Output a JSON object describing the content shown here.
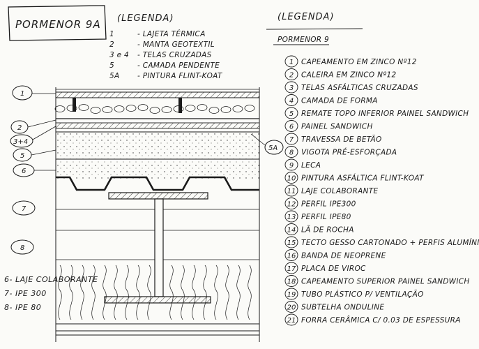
{
  "title": "PORMENOR 9A",
  "legend_left": {
    "header": "(LEGENDA)",
    "items": [
      {
        "num": "1",
        "text": "- LAJETA TÉRMICA"
      },
      {
        "num": "2",
        "text": "- MANTA GEOTEXTIL"
      },
      {
        "num": "3 e 4",
        "text": "- TELAS CRUZADAS"
      },
      {
        "num": "5",
        "text": "- CAMADA PENDENTE"
      },
      {
        "num": "5A",
        "text": "- PINTURA FLINT-KOAT"
      }
    ]
  },
  "legend_right": {
    "header": "(LEGENDA)",
    "subheader": "PORMENOR 9",
    "items": [
      {
        "num": "1",
        "text": "CAPEAMENTO EM ZINCO Nº12"
      },
      {
        "num": "2",
        "text": "CALEIRA EM ZINCO Nº12"
      },
      {
        "num": "3",
        "text": "TELAS ASFÁLTICAS CRUZADAS"
      },
      {
        "num": "4",
        "text": "CAMADA DE FORMA"
      },
      {
        "num": "5",
        "text": "REMATE TOPO INFERIOR PAINEL SANDWICH"
      },
      {
        "num": "6",
        "text": "PAINEL SANDWICH"
      },
      {
        "num": "7",
        "text": "TRAVESSA DE BETÃO"
      },
      {
        "num": "8",
        "text": "VIGOTA PRÉ-ESFORÇADA"
      },
      {
        "num": "9",
        "text": "LECA"
      },
      {
        "num": "10",
        "text": "PINTURA ASFÁLTICA FLINT-KOAT"
      },
      {
        "num": "11",
        "text": "LAJE COLABORANTE"
      },
      {
        "num": "12",
        "text": "PERFIL IPE300"
      },
      {
        "num": "13",
        "text": "PERFIL IPE80"
      },
      {
        "num": "14",
        "text": "LÃ DE ROCHA"
      },
      {
        "num": "15",
        "text": "TECTO GESSO CARTONADO + PERFIS ALUMÍNIO"
      },
      {
        "num": "16",
        "text": "BANDA DE NEOPRENE"
      },
      {
        "num": "17",
        "text": "PLACA DE VIROC"
      },
      {
        "num": "18",
        "text": "CAPEAMENTO SUPERIOR PAINEL SANDWICH"
      },
      {
        "num": "19",
        "text": "TUBO PLÁSTICO P/ VENTILAÇÃO"
      },
      {
        "num": "20",
        "text": "SUBTELHA ONDULINE"
      },
      {
        "num": "21",
        "text": "FORRA CERÂMICA C/ 0.03 DE ESPESSURA"
      }
    ]
  },
  "callouts": {
    "c1": "1",
    "c2": "2",
    "c34": "3+4",
    "c5": "5",
    "c5a": "5A",
    "c6": "6",
    "c7": "7",
    "c8": "8"
  },
  "bottom_notes": [
    "6- LAJE COLABORANTE",
    "7- IPE 300",
    "8- IPE 80"
  ]
}
